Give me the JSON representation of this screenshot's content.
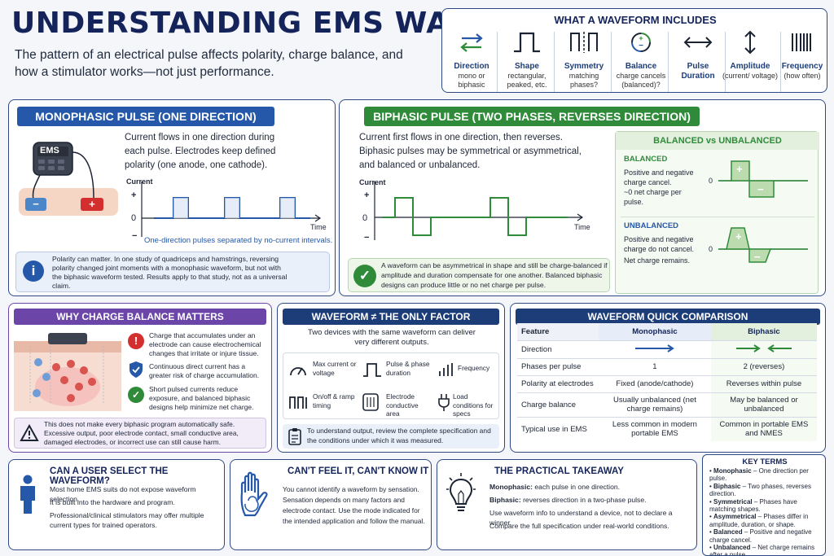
{
  "page": {
    "title": "UNDERSTANDING EMS WAVEFORMS",
    "subtitle": "The pattern of an electrical pulse affects polarity, charge balance, and how a stimulator works—not just performance."
  },
  "waveform_includes": {
    "title": "WHAT A WAVEFORM INCLUDES",
    "items": [
      {
        "label": "Direction",
        "sub": "mono or biphasic",
        "icon": "arrows-icon"
      },
      {
        "label": "Shape",
        "sub": "rectangular, peaked, etc.",
        "icon": "square-pulse-icon"
      },
      {
        "label": "Symmetry",
        "sub": "matching phases?",
        "icon": "symmetry-icon"
      },
      {
        "label": "Balance",
        "sub": "charge cancels (balanced)?",
        "icon": "balance-icon"
      },
      {
        "label": "Pulse Duration",
        "sub": "",
        "icon": "duration-icon"
      },
      {
        "label": "Amplitude",
        "sub": "(current/ voltage)",
        "icon": "amplitude-icon"
      },
      {
        "label": "Frequency",
        "sub": "(how often)",
        "icon": "frequency-icon"
      }
    ]
  },
  "monophasic": {
    "header": "MONOPHASIC PULSE (ONE DIRECTION)",
    "device_label": "EMS",
    "description": "Current flows in one direction during each pulse. Electrodes keep defined polarity (one anode, one cathode).",
    "y_label": "Current",
    "x_label": "Time",
    "plus": "+",
    "minus": "−",
    "zero": "0",
    "caption": "One-direction pulses separated by no-current intervals.",
    "note": "Polarity can matter. In one study of quadriceps and hamstrings, reversing polarity changed joint moments with a monophasic waveform, but not with the biphasic waveform tested. Results apply to that study, not as a universal claim."
  },
  "biphasic": {
    "header": "BIPHASIC PULSE (TWO PHASES, REVERSES DIRECTION)",
    "description": "Current first flows in one direction, then reverses. Biphasic pulses may be symmetrical or asymmetrical, and balanced or unbalanced.",
    "y_label": "Current",
    "x_label": "Time",
    "plus": "+",
    "minus": "−",
    "zero": "0",
    "note": "A waveform can be asymmetrical in shape and still be charge-balanced if amplitude and duration compensate for one another. Balanced biphasic designs can produce little or no net charge per pulse.",
    "balance_box": {
      "title": "BALANCED vs UNBALANCED",
      "balanced_title": "BALANCED",
      "balanced_text": "Positive and negative charge cancel.",
      "balanced_text2": "~0 net charge per pulse.",
      "unbalanced_title": "UNBALANCED",
      "unbalanced_text": "Positive and negative charge do not cancel.",
      "unbalanced_text2": "Net charge remains.",
      "zero": "0",
      "plus": "+",
      "minus": "−"
    }
  },
  "charge_balance": {
    "header": "WHY CHARGE BALANCE MATTERS",
    "points": [
      {
        "text": "Charge that accumulates under an electrode can cause electrochemical changes that irritate or injure tissue.",
        "icon": "alert-icon",
        "color": "#d32f2f"
      },
      {
        "text": "Continuous direct current has a greater risk of charge accumulation.",
        "icon": "shield-icon",
        "color": "#2558a8"
      },
      {
        "text": "Short pulsed currents reduce exposure, and balanced biphasic designs help minimize net charge.",
        "icon": "check-icon",
        "color": "#2f8b3a"
      }
    ],
    "warning": "This does not make every biphasic program automatically safe. Excessive output, poor electrode contact, small conductive area, damaged electrodes, or incorrect use can still cause harm."
  },
  "only_factor": {
    "header": "WAVEFORM ≠ THE ONLY FACTOR",
    "intro": "Two devices with the same waveform can deliver very different outputs.",
    "factors": [
      {
        "label": "Max current or voltage",
        "icon": "gauge-icon"
      },
      {
        "label": "Pulse & phase duration",
        "icon": "pulse-icon"
      },
      {
        "label": "Frequency",
        "icon": "bars-icon"
      },
      {
        "label": "On/off & ramp timing",
        "icon": "ramp-icon"
      },
      {
        "label": "Electrode conductive area",
        "icon": "grid-icon"
      },
      {
        "label": "Load conditions for specs",
        "icon": "plug-icon"
      }
    ],
    "note": "To understand output, review the complete specification and the conditions under which it was measured."
  },
  "comparison": {
    "header": "WAVEFORM QUICK COMPARISON",
    "columns": [
      "Feature",
      "Monophasic",
      "Biphasic"
    ],
    "rows": [
      [
        "Direction",
        "",
        ""
      ],
      [
        "Phases per pulse",
        "1",
        "2 (reverses)"
      ],
      [
        "Polarity at electrodes",
        "Fixed (anode/cathode)",
        "Reverses within pulse"
      ],
      [
        "Charge balance",
        "Usually unbalanced (net charge remains)",
        "May be balanced or unbalanced"
      ],
      [
        "Typical use in EMS",
        "Less common in modern portable EMS",
        "Common in portable EMS and NMES"
      ]
    ]
  },
  "user_select": {
    "title": "CAN A USER SELECT THE WAVEFORM?",
    "lines": [
      "Most home EMS suits do not expose waveform selection.",
      "It is built into the hardware and program.",
      "Professional/clinical stimulators may offer multiple current types for trained operators."
    ]
  },
  "cant_feel": {
    "title": "CAN'T FEEL IT, CAN'T KNOW IT",
    "text": "You cannot identify a waveform by sensation. Sensation depends on many factors and electrode contact. Use the mode indicated for the intended application and follow the manual."
  },
  "takeaway": {
    "title": "THE PRACTICAL TAKEAWAY",
    "lines": [
      {
        "bold": "Monophasic:",
        "text": " each pulse in one direction."
      },
      {
        "bold": "Biphasic:",
        "text": " reverses direction in a two-phase pulse."
      },
      {
        "bold": "",
        "text": "Use waveform info to understand a device, not to declare a winner."
      },
      {
        "bold": "",
        "text": "Compare the full specification under real-world conditions."
      }
    ]
  },
  "key_terms": {
    "title": "KEY TERMS",
    "terms": [
      {
        "term": "Monophasic",
        "def": " – One direction per pulse."
      },
      {
        "term": "Biphasic",
        "def": " – Two phases, reverses direction."
      },
      {
        "term": "Symmetrical",
        "def": " – Phases have matching shapes."
      },
      {
        "term": "Asymmetrical",
        "def": " – Phases differ in amplitude, duration, or shape."
      },
      {
        "term": "Balanced",
        "def": " – Positive and negative charge cancel."
      },
      {
        "term": "Unbalanced",
        "def": " – Net charge remains after a pulse."
      }
    ]
  },
  "colors": {
    "navy": "#14245a",
    "blue": "#2558a8",
    "green": "#2f8b3a",
    "purple": "#6b45a8",
    "red": "#d32f2f"
  }
}
